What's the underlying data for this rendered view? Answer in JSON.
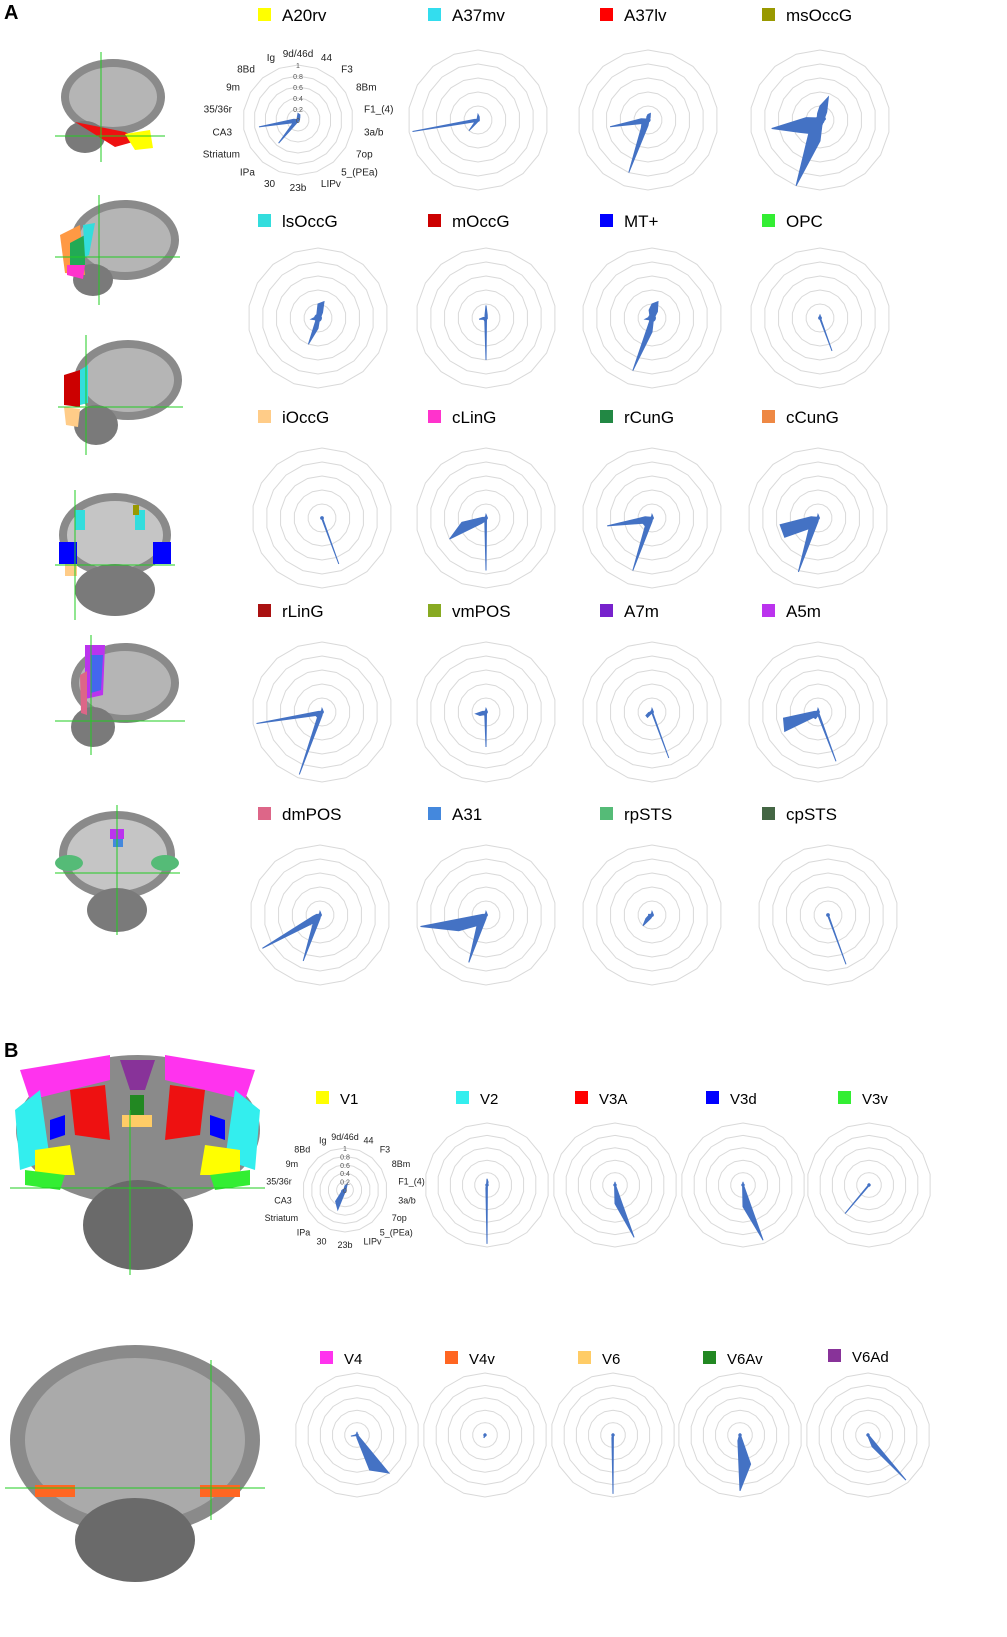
{
  "panels": [
    {
      "letter": "A"
    },
    {
      "letter": "B"
    }
  ],
  "axis_labels": [
    "9d/46d",
    "44",
    "F3",
    "8Bm",
    "F1_(4)",
    "3a/b",
    "7op",
    "5_(PEa)",
    "LIPv",
    "23b",
    "30",
    "IPa",
    "Striatum",
    "CA3",
    "35/36r",
    "9m",
    "8Bd",
    "Ig"
  ],
  "radial_ticks": [
    "0",
    "0.2",
    "0.4",
    "0.6",
    "0.8",
    "1"
  ],
  "colors": {
    "fill": "#4472c4",
    "grid": "#d9d9d9"
  },
  "chart_data": [
    {
      "type": "radar",
      "name": "A20rv",
      "color": "#ffff00",
      "values": [
        0.12,
        0.1,
        0.05,
        0.03,
        0.03,
        0.02,
        0.02,
        0.02,
        0.02,
        0.03,
        0.05,
        0.55,
        0.1,
        0.72,
        0.08,
        0.02,
        0.02,
        0.04
      ]
    },
    {
      "type": "radar",
      "name": "A37mv",
      "color": "#33ddee",
      "values": [
        0.08,
        0.05,
        0.03,
        0.02,
        0.02,
        0.02,
        0.02,
        0.02,
        0.02,
        0.02,
        0.04,
        0.2,
        0.05,
        0.95,
        0.05,
        0.02,
        0.02,
        0.03
      ]
    },
    {
      "type": "radar",
      "name": "A37lv",
      "color": "#ff0000",
      "values": [
        0.08,
        0.1,
        0.05,
        0.03,
        0.03,
        0.03,
        0.03,
        0.03,
        0.03,
        0.08,
        0.8,
        0.15,
        0.1,
        0.55,
        0.1,
        0.03,
        0.03,
        0.05
      ]
    },
    {
      "type": "radar",
      "name": "msOccG",
      "color": "#999900",
      "values": [
        0.2,
        0.35,
        0.15,
        0.08,
        0.08,
        0.06,
        0.06,
        0.06,
        0.08,
        0.3,
        1.0,
        0.25,
        0.35,
        0.7,
        0.2,
        0.06,
        0.06,
        0.1
      ]
    },
    {
      "type": "radar",
      "name": "lsOccG",
      "color": "#33dddd",
      "values": [
        0.2,
        0.25,
        0.1,
        0.05,
        0.05,
        0.05,
        0.05,
        0.05,
        0.05,
        0.15,
        0.4,
        0.05,
        0.05,
        0.1,
        0.05,
        0.05,
        0.05,
        0.05
      ]
    },
    {
      "type": "radar",
      "name": "mOccG",
      "color": "#cc0000",
      "values": [
        0.18,
        0.05,
        0.03,
        0.02,
        0.02,
        0.02,
        0.02,
        0.02,
        0.02,
        0.6,
        0.05,
        0.04,
        0.04,
        0.1,
        0.04,
        0.02,
        0.02,
        0.04
      ]
    },
    {
      "type": "radar",
      "name": "MT+",
      "color": "#0000ff",
      "values": [
        0.2,
        0.25,
        0.12,
        0.05,
        0.05,
        0.05,
        0.05,
        0.05,
        0.05,
        0.2,
        0.8,
        0.05,
        0.05,
        0.1,
        0.05,
        0.05,
        0.05,
        0.12
      ]
    },
    {
      "type": "radar",
      "name": "OPC",
      "color": "#33ee33",
      "values": [
        0.05,
        0.02,
        0.02,
        0.02,
        0.02,
        0.02,
        0.02,
        0.02,
        0.5,
        0.02,
        0.02,
        0.02,
        0.02,
        0.02,
        0.02,
        0.02,
        0.02,
        0.02
      ]
    },
    {
      "type": "radar",
      "name": "iOccG",
      "color": "#ffcc88",
      "values": [
        0.02,
        0.02,
        0.02,
        0.02,
        0.02,
        0.02,
        0.02,
        0.02,
        0.7,
        0.02,
        0.02,
        0.02,
        0.02,
        0.02,
        0.02,
        0.02,
        0.02,
        0.02
      ]
    },
    {
      "type": "radar",
      "name": "cLinG",
      "color": "#ff33cc",
      "values": [
        0.05,
        0.03,
        0.02,
        0.02,
        0.02,
        0.02,
        0.02,
        0.02,
        0.02,
        0.75,
        0.05,
        0.1,
        0.6,
        0.35,
        0.05,
        0.02,
        0.02,
        0.02
      ]
    },
    {
      "type": "radar",
      "name": "rCunG",
      "color": "#228844",
      "values": [
        0.05,
        0.03,
        0.02,
        0.02,
        0.02,
        0.02,
        0.02,
        0.02,
        0.02,
        0.05,
        0.8,
        0.15,
        0.15,
        0.65,
        0.1,
        0.02,
        0.02,
        0.02
      ]
    },
    {
      "type": "radar",
      "name": "cCunG",
      "color": "#ee8844",
      "values": [
        0.05,
        0.03,
        0.02,
        0.02,
        0.02,
        0.02,
        0.02,
        0.02,
        0.02,
        0.05,
        0.82,
        0.2,
        0.55,
        0.55,
        0.1,
        0.02,
        0.02,
        0.02
      ]
    },
    {
      "type": "radar",
      "name": "rLinG",
      "color": "#aa1111",
      "values": [
        0.05,
        0.03,
        0.02,
        0.02,
        0.02,
        0.02,
        0.02,
        0.02,
        0.02,
        0.05,
        0.95,
        0.1,
        0.1,
        0.95,
        0.05,
        0.02,
        0.02,
        0.02
      ]
    },
    {
      "type": "radar",
      "name": "vmPOS",
      "color": "#88aa22",
      "values": [
        0.05,
        0.03,
        0.02,
        0.02,
        0.02,
        0.02,
        0.02,
        0.02,
        0.02,
        0.5,
        0.05,
        0.05,
        0.1,
        0.15,
        0.05,
        0.02,
        0.02,
        0.02
      ]
    },
    {
      "type": "radar",
      "name": "A7m",
      "color": "#7722cc",
      "values": [
        0.05,
        0.03,
        0.02,
        0.02,
        0.02,
        0.02,
        0.02,
        0.02,
        0.7,
        0.02,
        0.02,
        0.1,
        0.1,
        0.05,
        0.02,
        0.02,
        0.02,
        0.02
      ]
    },
    {
      "type": "radar",
      "name": "A5m",
      "color": "#bb33ee",
      "values": [
        0.05,
        0.03,
        0.02,
        0.02,
        0.02,
        0.02,
        0.02,
        0.02,
        0.75,
        0.05,
        0.1,
        0.1,
        0.55,
        0.5,
        0.05,
        0.02,
        0.02,
        0.02
      ]
    },
    {
      "type": "radar",
      "name": "dmPOS",
      "color": "#dd6688",
      "values": [
        0.05,
        0.03,
        0.02,
        0.02,
        0.02,
        0.02,
        0.02,
        0.02,
        0.02,
        0.05,
        0.7,
        0.15,
        0.95,
        0.1,
        0.05,
        0.02,
        0.02,
        0.02
      ]
    },
    {
      "type": "radar",
      "name": "A31",
      "color": "#4488dd",
      "values": [
        0.05,
        0.03,
        0.02,
        0.02,
        0.02,
        0.02,
        0.02,
        0.02,
        0.02,
        0.05,
        0.72,
        0.2,
        0.45,
        0.95,
        0.05,
        0.02,
        0.02,
        0.02
      ]
    },
    {
      "type": "radar",
      "name": "rpSTS",
      "color": "#55bb77",
      "values": [
        0.05,
        0.03,
        0.02,
        0.02,
        0.02,
        0.02,
        0.02,
        0.02,
        0.02,
        0.02,
        0.05,
        0.2,
        0.1,
        0.05,
        0.05,
        0.02,
        0.02,
        0.02
      ]
    },
    {
      "type": "radar",
      "name": "cpSTS",
      "color": "#446644",
      "values": [
        0.02,
        0.02,
        0.02,
        0.02,
        0.02,
        0.02,
        0.02,
        0.02,
        0.75,
        0.02,
        0.02,
        0.02,
        0.02,
        0.02,
        0.02,
        0.02,
        0.02,
        0.02
      ]
    },
    {
      "type": "radar",
      "name": "V1",
      "color": "#ffff00",
      "values": [
        0.1,
        0.15,
        0.05,
        0.03,
        0.03,
        0.03,
        0.03,
        0.03,
        0.05,
        0.05,
        0.5,
        0.35,
        0.1,
        0.08,
        0.05,
        0.03,
        0.03,
        0.05
      ]
    },
    {
      "type": "radar",
      "name": "V2",
      "color": "#33eeee",
      "values": [
        0.1,
        0.05,
        0.02,
        0.02,
        0.02,
        0.02,
        0.02,
        0.02,
        0.02,
        0.95,
        0.05,
        0.02,
        0.02,
        0.02,
        0.02,
        0.02,
        0.02,
        0.02
      ]
    },
    {
      "type": "radar",
      "name": "V3A",
      "color": "#ff0000",
      "values": [
        0.05,
        0.02,
        0.02,
        0.02,
        0.02,
        0.02,
        0.02,
        0.02,
        0.9,
        0.3,
        0.02,
        0.02,
        0.02,
        0.02,
        0.02,
        0.02,
        0.02,
        0.02
      ]
    },
    {
      "type": "radar",
      "name": "V3d",
      "color": "#0000ff",
      "values": [
        0.05,
        0.02,
        0.02,
        0.02,
        0.02,
        0.02,
        0.02,
        0.02,
        0.95,
        0.35,
        0.02,
        0.02,
        0.02,
        0.02,
        0.02,
        0.02,
        0.02,
        0.02
      ]
    },
    {
      "type": "radar",
      "name": "V3v",
      "color": "#33ee33",
      "values": [
        0.02,
        0.02,
        0.02,
        0.02,
        0.02,
        0.02,
        0.02,
        0.02,
        0.02,
        0.02,
        0.02,
        0.6,
        0.02,
        0.02,
        0.02,
        0.02,
        0.02,
        0.02
      ]
    },
    {
      "type": "radar",
      "name": "V4",
      "color": "#ff33ee",
      "values": [
        0.05,
        0.02,
        0.02,
        0.02,
        0.02,
        0.02,
        0.02,
        0.8,
        0.6,
        0.05,
        0.02,
        0.02,
        0.02,
        0.1,
        0.02,
        0.02,
        0.02,
        0.02
      ]
    },
    {
      "type": "radar",
      "name": "V4v",
      "color": "#ff6622",
      "values": [
        0.02,
        0.02,
        0.02,
        0.02,
        0.02,
        0.02,
        0.02,
        0.02,
        0.02,
        0.02,
        0.05,
        0.02,
        0.02,
        0.02,
        0.02,
        0.02,
        0.02,
        0.02
      ]
    },
    {
      "type": "radar",
      "name": "V6",
      "color": "#ffcc66",
      "values": [
        0.02,
        0.02,
        0.02,
        0.02,
        0.02,
        0.02,
        0.02,
        0.02,
        0.02,
        0.95,
        0.05,
        0.02,
        0.02,
        0.02,
        0.02,
        0.02,
        0.02,
        0.02
      ]
    },
    {
      "type": "radar",
      "name": "V6Av",
      "color": "#228822",
      "values": [
        0.02,
        0.02,
        0.02,
        0.02,
        0.02,
        0.02,
        0.02,
        0.02,
        0.5,
        0.9,
        0.1,
        0.02,
        0.02,
        0.02,
        0.02,
        0.02,
        0.02,
        0.02
      ]
    },
    {
      "type": "radar",
      "name": "V6Ad",
      "color": "#883399",
      "values": [
        0.02,
        0.02,
        0.02,
        0.02,
        0.02,
        0.02,
        0.02,
        0.95,
        0.2,
        0.02,
        0.02,
        0.02,
        0.02,
        0.02,
        0.02,
        0.02,
        0.02,
        0.02
      ]
    }
  ]
}
